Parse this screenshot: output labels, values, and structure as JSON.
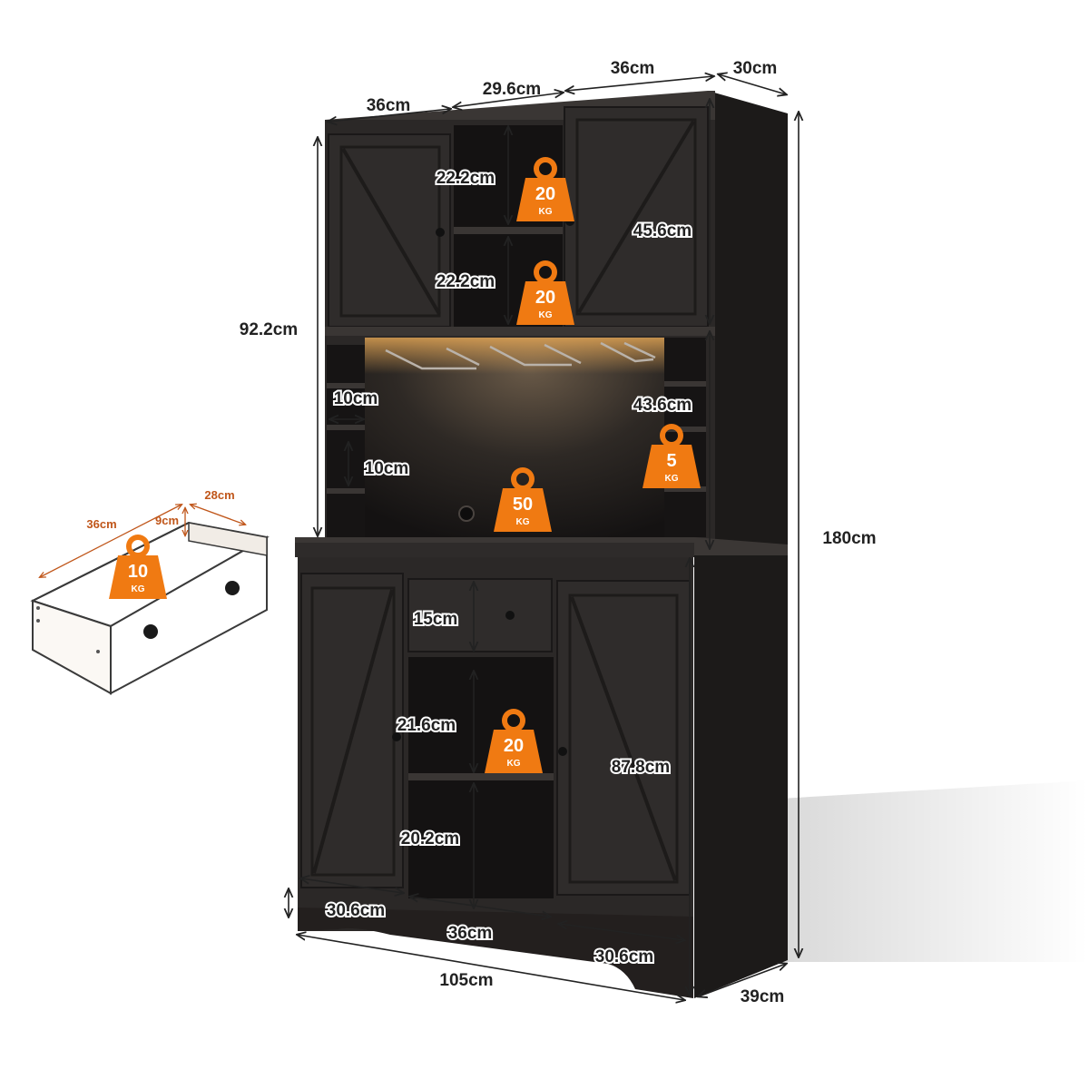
{
  "dimensions": {
    "top_left_width": "36cm",
    "top_middle_width": "29.6cm",
    "top_right_width": "36cm",
    "top_depth": "30cm",
    "upper_height": "92.2cm",
    "upper_shelf_1": "22.2cm",
    "upper_shelf_2": "22.2cm",
    "upper_cabinet_height": "45.6cm",
    "cubby_width": "10cm",
    "cubby_height": "10cm",
    "open_area_height": "43.6cm",
    "total_height": "180cm",
    "drawer_height": "15cm",
    "lower_shelf_1": "21.6cm",
    "lower_shelf_2": "20.2cm",
    "lower_cabinet_height": "87.8cm",
    "lower_left_width": "30.6cm",
    "lower_middle_width": "36cm",
    "lower_right_width": "30.6cm",
    "total_width": "105cm",
    "total_depth": "39cm"
  },
  "drawer_detail": {
    "length": "36cm",
    "depth": "28cm",
    "height": "9cm"
  },
  "load_badges": [
    {
      "value": "20",
      "unit": "KG"
    },
    {
      "value": "20",
      "unit": "KG"
    },
    {
      "value": "5",
      "unit": "KG"
    },
    {
      "value": "50",
      "unit": "KG"
    },
    {
      "value": "20",
      "unit": "KG"
    },
    {
      "value": "10",
      "unit": "KG"
    }
  ],
  "colors": {
    "cabinet": "#2b2827",
    "cabinet_dark": "#151313",
    "accent_orange": "#f07a12",
    "led_glow": "#f5b25a",
    "dimension_line": "#222222"
  }
}
